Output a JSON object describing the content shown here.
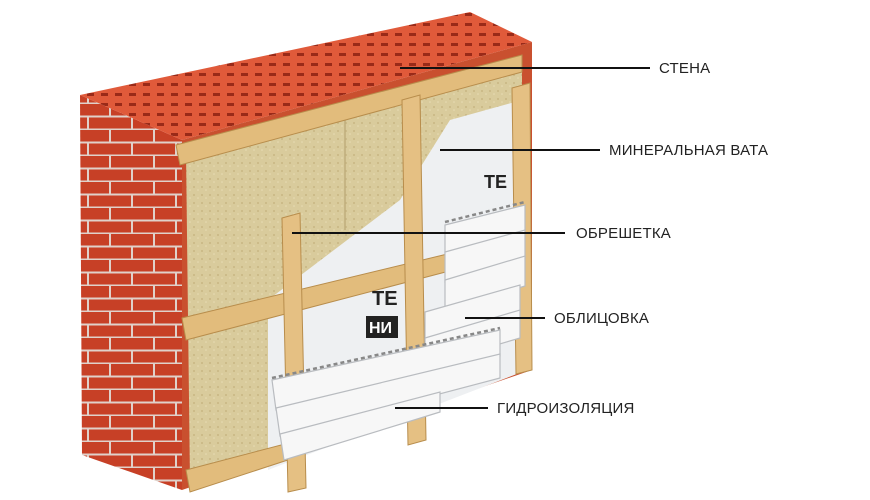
{
  "labels": {
    "wall": "СТЕНА",
    "mineral_wool": "МИНЕРАЛЬНАЯ ВАТА",
    "battens": "ОБРЕШЕТКА",
    "cladding": "ОБЛИЦОВКА",
    "waterproofing": "ГИДРОИЗОЛЯЦИЯ"
  },
  "membrane_print": [
    "ТЕ",
    "НИ"
  ],
  "colors": {
    "brick": "#d8462a",
    "wool": "#d9cb9c",
    "wood": "#e2bc7c",
    "membrane": "#eef0f2",
    "siding": "#f7f7f7"
  }
}
